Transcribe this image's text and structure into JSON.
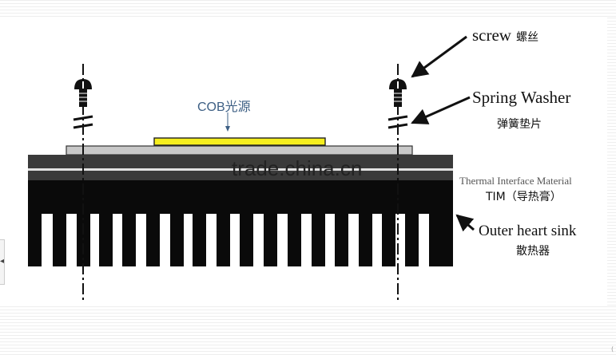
{
  "labels": {
    "screw_en": "screw",
    "screw_cn": "螺丝",
    "washer_en": "Spring Washer",
    "washer_cn": "弹簧垫片",
    "tim_en": "Thermal Interface Material",
    "tim_cn": "TIM（导热膏）",
    "sink_en": "Outer heart sink",
    "sink_cn": "散热器",
    "cob": "COB光源"
  },
  "watermark": "trade.china.cn",
  "colors": {
    "cob_chip": "#f5ee1e",
    "substrate": "#c8c8c8",
    "heatsink": "#0a0a0a",
    "cob_label": "#3d5f84",
    "arrow": "#111111"
  },
  "marks": {
    "left_bar": "◂",
    "corner": "("
  }
}
